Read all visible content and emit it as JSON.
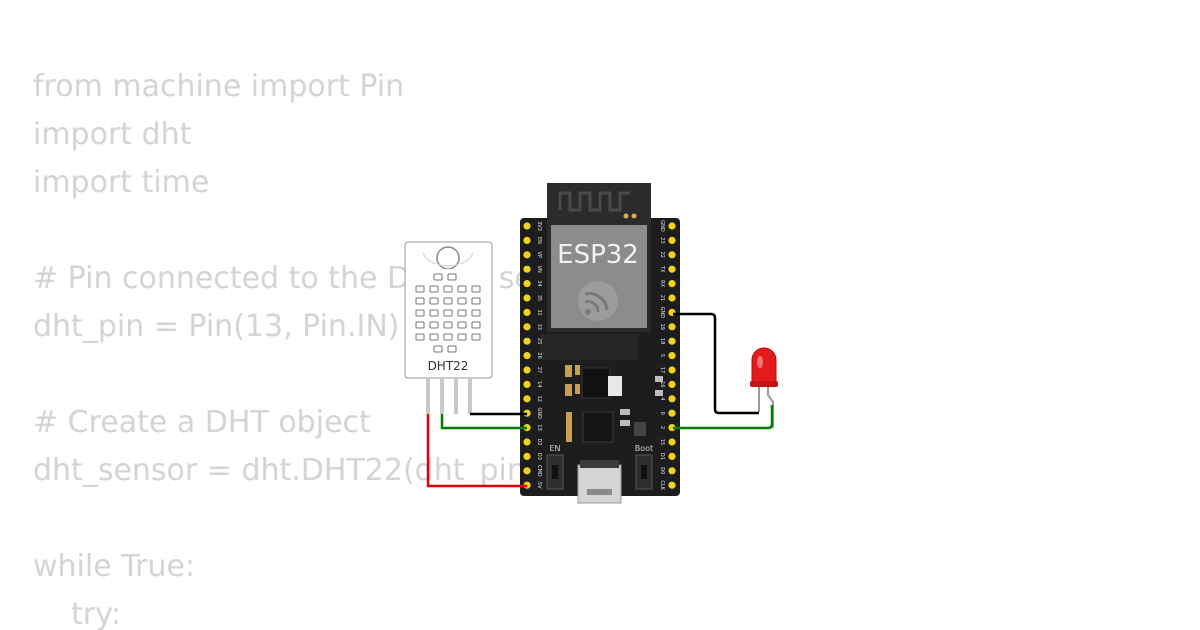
{
  "code_lines": [
    "from machine import Pin",
    "import dht",
    "import time",
    "",
    "# Pin connected to the DHT22 sensor",
    "dht_pin = Pin(13, Pin.IN)",
    "",
    "# Create a DHT object",
    "dht_sensor = dht.DHT22(dht_pin)",
    "",
    "while True:",
    "    try:"
  ],
  "circuit": {
    "board": {
      "label": "ESP32",
      "button_left": "EN",
      "button_right": "Boot",
      "left_pins": [
        "3V3",
        "EN",
        "VP",
        "VN",
        "34",
        "35",
        "32",
        "33",
        "25",
        "26",
        "27",
        "14",
        "12",
        "GND",
        "13",
        "D2",
        "D3",
        "CMD",
        "5V"
      ],
      "right_pins": [
        "GND",
        "23",
        "22",
        "TX",
        "RX",
        "21",
        "GND",
        "19",
        "18",
        "5",
        "17",
        "16",
        "4",
        "0",
        "2",
        "15",
        "D1",
        "D0",
        "CLK"
      ]
    },
    "sensor": {
      "label": "DHT22"
    },
    "led": {
      "color": "#e31b1b"
    },
    "wires": {
      "vcc_color": "#e00000",
      "gnd_color": "#000000",
      "signal_color": "#008000"
    }
  }
}
